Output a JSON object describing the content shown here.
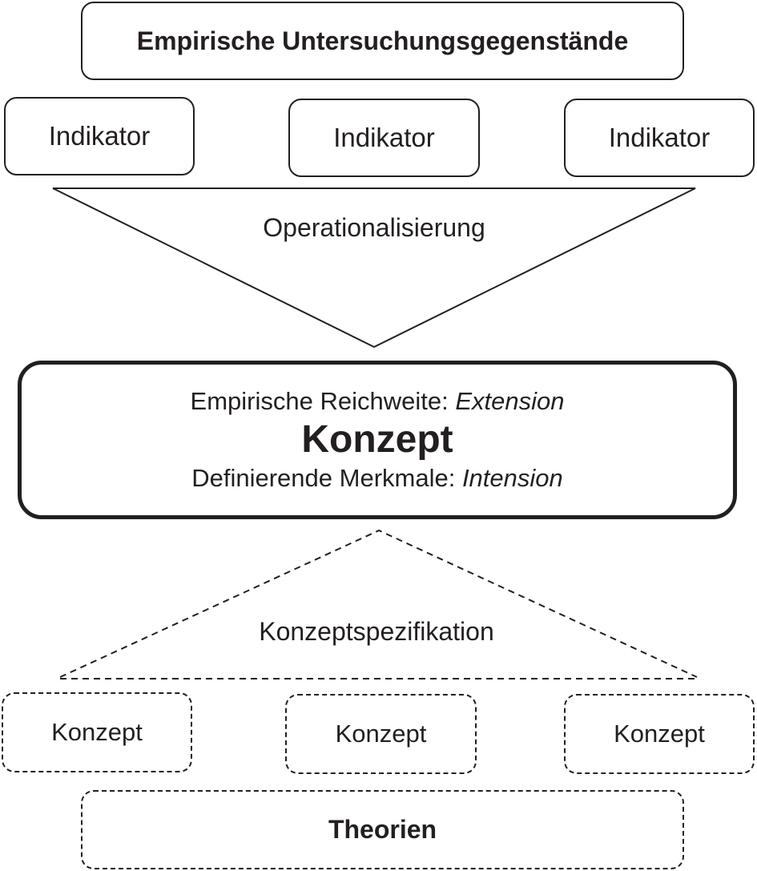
{
  "top_box": {
    "label": "Empirische Untersuchungsgegenstände"
  },
  "indicators": [
    "Indikator",
    "Indikator",
    "Indikator"
  ],
  "operationalization": {
    "label": "Operationalisierung"
  },
  "concept_box": {
    "extension_prefix": "Empirische Reichweite: ",
    "extension_term": "Extension",
    "title": "Konzept",
    "intension_prefix": "Definierende Merkmale: ",
    "intension_term": "Intension"
  },
  "specification": {
    "label": "Konzeptspezifikation"
  },
  "concepts": [
    "Konzept",
    "Konzept",
    "Konzept"
  ],
  "bottom_box": {
    "label": "Theorien"
  }
}
